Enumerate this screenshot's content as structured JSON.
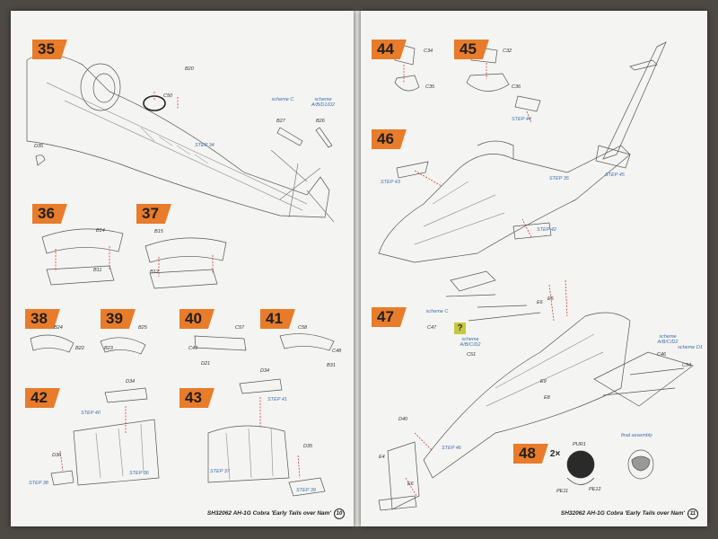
{
  "left_page": {
    "steps": [
      "35",
      "36",
      "37",
      "38",
      "39",
      "40",
      "41",
      "42",
      "43"
    ],
    "labels": {
      "b20": "B20",
      "c50": "C50",
      "d35": "D35",
      "step34": "STEP 34",
      "scheme_c": "scheme C",
      "b27": "B27",
      "scheme_abd1d2": "scheme A/B/D1/D2",
      "b26": "B26",
      "b14": "B14",
      "b11": "B11",
      "b15": "B15",
      "b12": "B12",
      "b24": "B24",
      "b22": "B22",
      "b25": "B25",
      "b23": "B23",
      "c57": "C57",
      "c49": "C49",
      "d21": "D21",
      "c58": "C58",
      "c48": "C48",
      "b31": "B31",
      "d34": "D34",
      "step40": "STEP 40",
      "d36": "D36",
      "step38": "STEP 38",
      "step36": "STEP 36",
      "d34b": "D34",
      "step41": "STEP 41",
      "step37": "STEP 37",
      "d35b": "D35",
      "step39": "STEP 39"
    },
    "footer": "SH32062  AH-1G Cobra 'Early Tails over Nam'",
    "page_number": "10"
  },
  "right_page": {
    "steps": [
      "44",
      "45",
      "46",
      "47",
      "48"
    ],
    "step48_multiplier": "2×",
    "labels": {
      "c34": "C34",
      "c35": "C35",
      "c32": "C32",
      "c36": "C36",
      "step44": "STEP 44",
      "step45": "STEP 45",
      "step35": "STEP 35",
      "step43": "STEP 43",
      "step42": "STEP 42",
      "scheme_c": "scheme C",
      "c47": "C47",
      "scheme_abd1d2": "scheme A/B/C/D2",
      "c51": "C51",
      "e6": "E6",
      "e5": "E5",
      "scheme_abd1d2_r": "scheme A/B/C/D2",
      "c46": "C46",
      "scheme_d1": "scheme D1",
      "c54": "C54",
      "e9": "E9",
      "e8": "E8",
      "d40": "D40",
      "e4": "E4",
      "step46": "STEP 46",
      "e6b": "E6",
      "pur1": "PUR1",
      "pe11": "PE11",
      "pe12": "PE12",
      "final_assembly": "final assembly"
    },
    "footer": "SH32062  AH-1G Cobra 'Early Tails over Nam'",
    "page_number": "11"
  },
  "colors": {
    "step_accent": "#e87c2a",
    "label_blue": "#3b6fb0",
    "arrow_red": "#d02020",
    "paper": "#f4f4f2",
    "table": "#4d4944"
  }
}
